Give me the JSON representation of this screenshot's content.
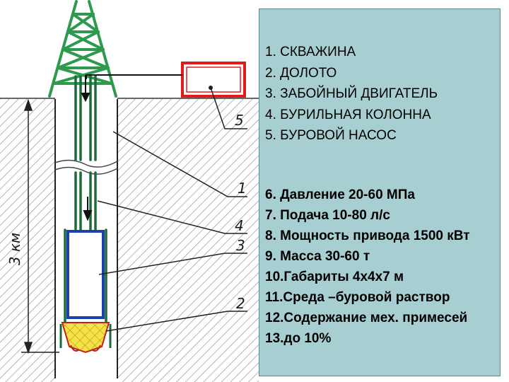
{
  "components": [
    "1. СКВАЖИНА",
    "2. ДОЛОТО",
    "3. ЗАБОЙНЫЙ ДВИГАТЕЛЬ",
    "4. БУРИЛЬНАЯ КОЛОННА",
    "5. БУРОВОЙ НАСОС"
  ],
  "parameters": [
    "6. Давление    20-60 МПа",
    "7. Подача             10-80 л/с",
    "8. Мощность привода  1500 кВт",
    "9. Масса      30-60 т",
    "10.Габариты  4х4х7 м",
    "11.Среда –буровой раствор",
    "12.Содержание мех. примесей",
    "13.до 10%"
  ],
  "callouts": {
    "c1": "1",
    "c2": "2",
    "c3": "3",
    "c4": "4",
    "c5": "5"
  },
  "depth_label": "3 км",
  "colors": {
    "derrick": "#2e9a4e",
    "pump": "#e21a1a",
    "pipe": "#1d6b3a",
    "motor": "#1e3fae",
    "bit_fill": "#f3e24a",
    "bit_outline": "#c02020",
    "panel": "#a7cfd1",
    "ground": "#9a9a9a"
  }
}
